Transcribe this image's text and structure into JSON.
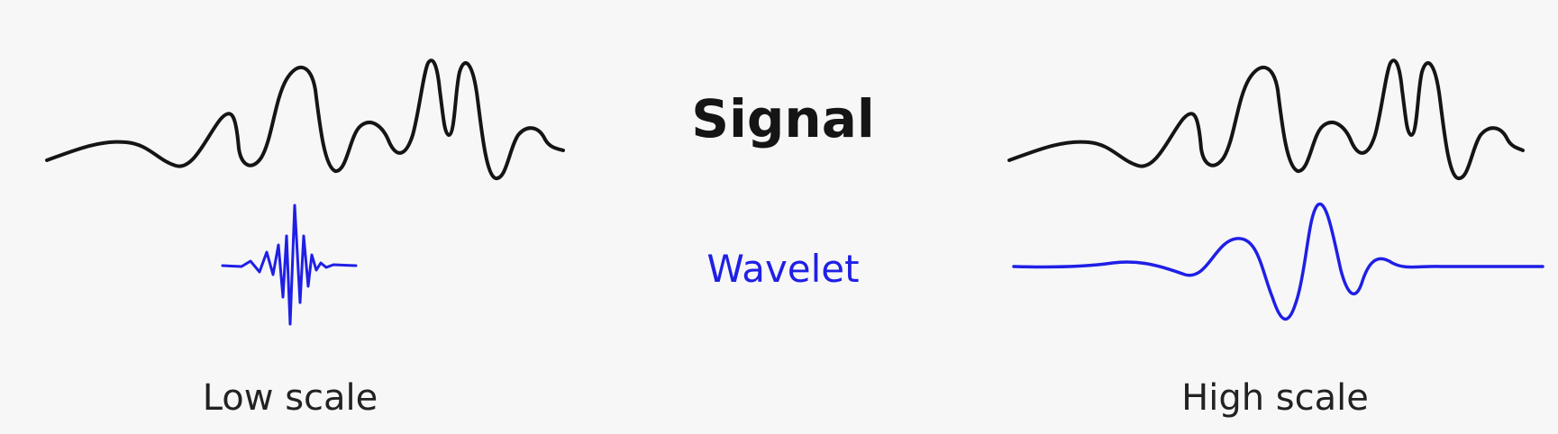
{
  "labels": {
    "signal": "Signal",
    "wavelet": "Wavelet",
    "low_scale": "Low scale",
    "high_scale": "High scale"
  },
  "colors": {
    "background": "#f7f7f7",
    "signal": "#151515",
    "wavelet": "#1f1fe6",
    "caption": "#222222"
  }
}
